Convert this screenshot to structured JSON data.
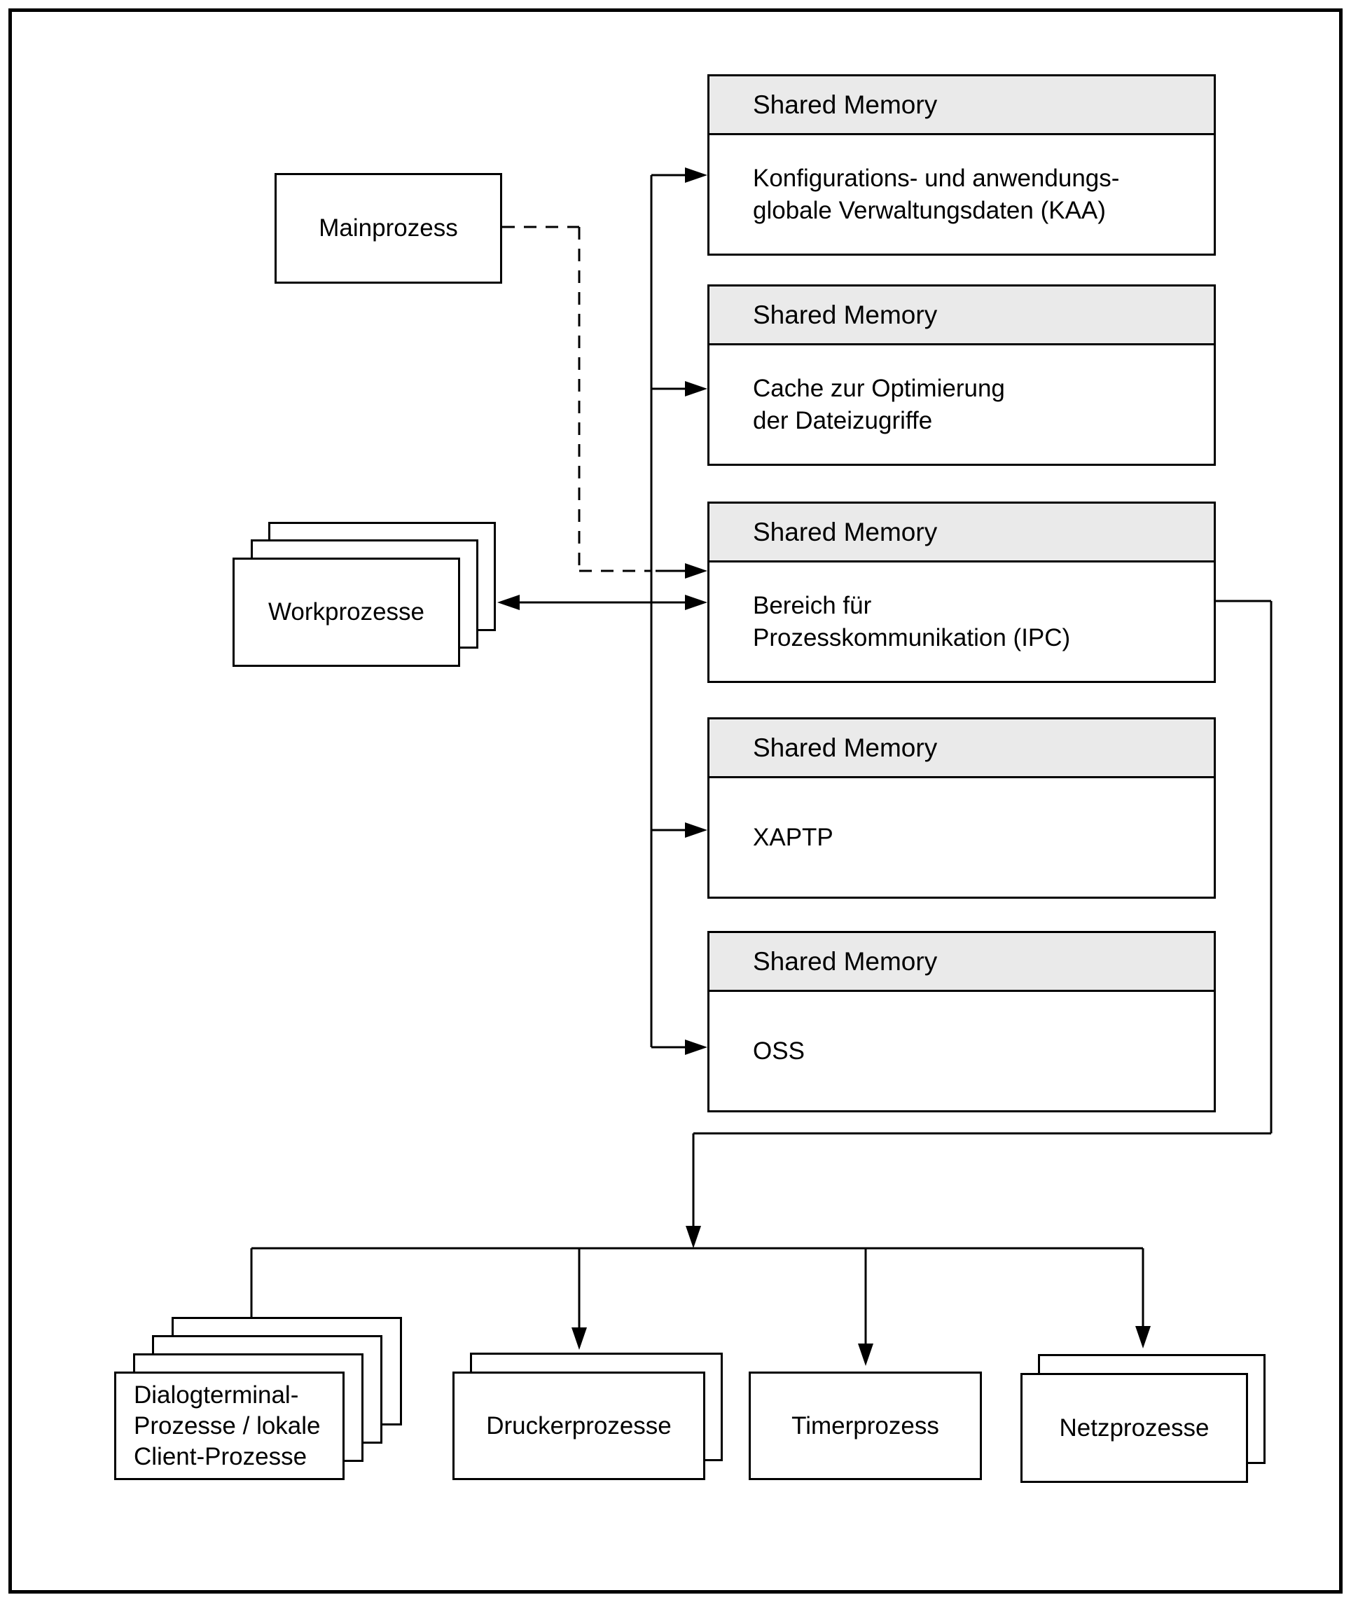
{
  "diagram": {
    "colors": {
      "header_fill": "#eaeaea",
      "line": "#000000",
      "background": "#ffffff"
    },
    "main_process": {
      "label": "Mainprozess"
    },
    "work_processes": {
      "label": "Workprozesse",
      "stack_count": 3
    },
    "shared_memory_boxes": [
      {
        "header": "Shared Memory",
        "line1": "Konfigurations- und anwendungs-",
        "line2": "globale Verwaltungsdaten (KAA)"
      },
      {
        "header": "Shared Memory",
        "line1": "Cache zur Optimierung",
        "line2": "der Dateizugriffe"
      },
      {
        "header": "Shared Memory",
        "line1": "Bereich für",
        "line2": "Prozesskommunikation (IPC)"
      },
      {
        "header": "Shared Memory",
        "line1": "XAPTP",
        "line2": ""
      },
      {
        "header": "Shared Memory",
        "line1": "OSS",
        "line2": ""
      }
    ],
    "bottom_processes": {
      "dialog": {
        "line1": "Dialogterminal-",
        "line2": "Prozesse / lokale",
        "line3": "Client-Prozesse",
        "stack_count": 4
      },
      "printer": {
        "label": "Druckerprozesse",
        "stack_count": 2
      },
      "timer": {
        "label": "Timerprozess",
        "stack_count": 1
      },
      "network": {
        "label": "Netzprozesse",
        "stack_count": 2
      }
    }
  }
}
